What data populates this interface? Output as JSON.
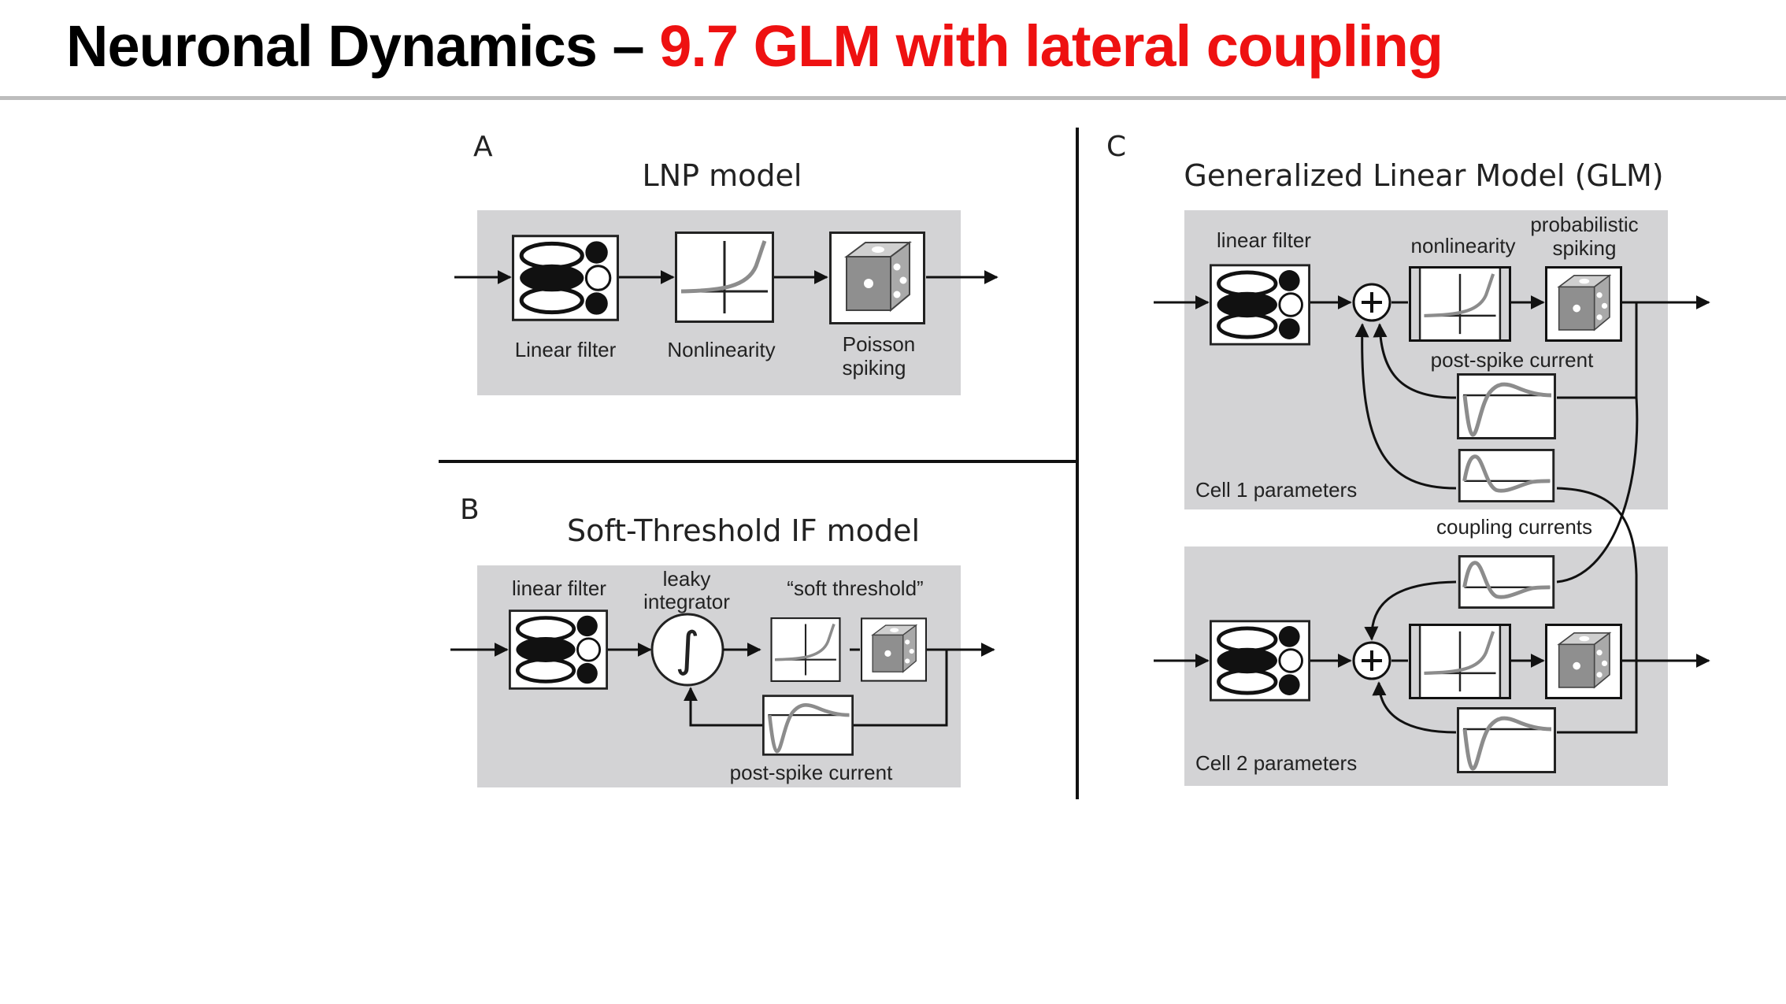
{
  "slide": {
    "title_main": "Neuronal Dynamics –",
    "title_sub": "9.7 GLM with lateral coupling"
  },
  "colors": {
    "title_sub": "#ee1111",
    "panel_gray": "#d3d3d5",
    "curve_gray": "#8c8c8c"
  },
  "panel_a": {
    "letter": "A",
    "title": "LNP model",
    "linear_filter": "Linear filter",
    "nonlinearity": "Nonlinearity",
    "poisson_line1": "Poisson",
    "poisson_line2": "spiking"
  },
  "panel_b": {
    "letter": "B",
    "title": "Soft-Threshold IF model",
    "linear_filter": "linear filter",
    "leaky_line1": "leaky",
    "leaky_line2": "integrator",
    "soft_threshold": "“soft threshold”",
    "post_spike": "post-spike current",
    "integral_symbol": "∫"
  },
  "panel_c": {
    "letter": "C",
    "title": "Generalized Linear Model (GLM)",
    "linear_filter": "linear filter",
    "nonlinearity": "nonlinearity",
    "prob_line1": "probabilistic",
    "prob_line2": "spiking",
    "post_spike": "post-spike current",
    "cell1": "Cell 1 parameters",
    "coupling": "coupling currents",
    "cell2": "Cell 2 parameters",
    "plus_symbol": "+"
  }
}
